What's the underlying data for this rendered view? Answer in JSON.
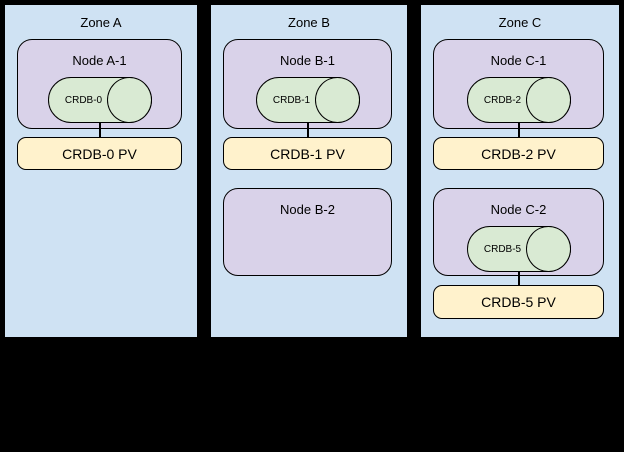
{
  "diagram_title": "CockroachDB zone topology with nodes, CRDB pods and persistent volumes",
  "colors": {
    "canvas_bg": "#000000",
    "zone_fill": "#cfe2f3",
    "node_fill": "#d9d2e9",
    "cylinder_fill": "#d9ead3",
    "pv_fill": "#fff2cc",
    "border_color": "#000000",
    "text_color": "#000000"
  },
  "zones": [
    {
      "title": "Zone A",
      "node1": {
        "title": "Node A-1",
        "cylinder_label": "CRDB-0"
      },
      "pv1": {
        "label": "CRDB-0 PV"
      }
    },
    {
      "title": "Zone B",
      "node1": {
        "title": "Node B-1",
        "cylinder_label": "CRDB-1"
      },
      "pv1": {
        "label": "CRDB-1 PV"
      },
      "node2": {
        "title": "Node B-2"
      }
    },
    {
      "title": "Zone C",
      "node1": {
        "title": "Node C-1",
        "cylinder_label": "CRDB-2"
      },
      "pv1": {
        "label": "CRDB-2 PV"
      },
      "node2": {
        "title": "Node C-2",
        "cylinder_label": "CRDB-5"
      },
      "pv2": {
        "label": "CRDB-5 PV"
      }
    }
  ]
}
